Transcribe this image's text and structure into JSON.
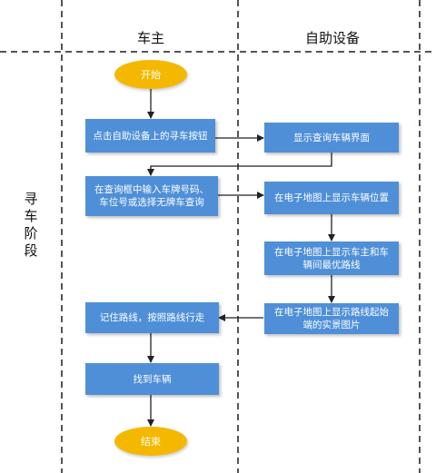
{
  "lanes": {
    "owner": "车主",
    "device": "自助设备"
  },
  "phase": "寻车阶段",
  "nodes": {
    "start": "开始",
    "tap_search": "点击自助设备上的寻车按钮",
    "show_query": "显示查询车辆界面",
    "enter_plate": "在查询框中输入车牌号码、车位号或选择无牌车查询",
    "show_location": "在电子地图上显示车辆位置",
    "show_route": "在电子地图上显示车主和车辆间最优路线",
    "show_photo": "在电子地图上显示路线起始端的实景图片",
    "walk_route": "记住路线，按照路线行走",
    "find_car": "找到车辆",
    "end": "结束"
  },
  "colors": {
    "process": "#4f8fd8",
    "terminal": "#f5b800",
    "line": "#222222",
    "divider": "#555555"
  }
}
